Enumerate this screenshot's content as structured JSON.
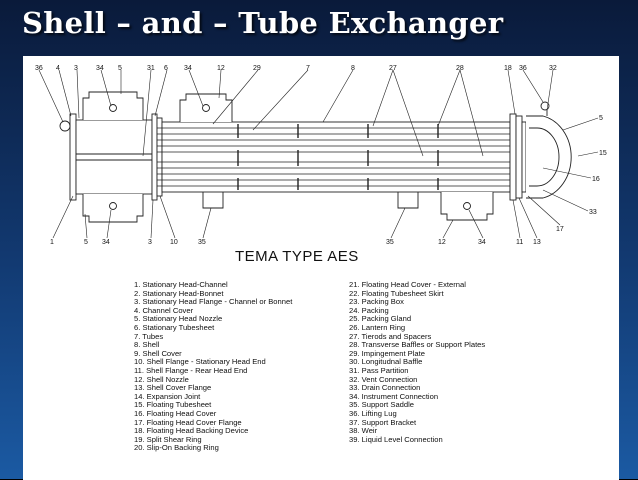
{
  "slide": {
    "title": "Shell – and – Tube Exchanger"
  },
  "diagram": {
    "title": "TEMA TYPE AES",
    "top_callouts": [
      "36",
      "4",
      "3",
      "34",
      "5",
      "31",
      "6",
      "34",
      "12",
      "29",
      "7",
      "8",
      "27",
      "28",
      "18",
      "36",
      "32"
    ],
    "bottom_callouts": [
      "1",
      "5",
      "34",
      "3",
      "10",
      "35",
      "35",
      "12",
      "34",
      "11",
      "13"
    ],
    "right_callouts": [
      "5",
      "15",
      "16",
      "33",
      "17"
    ],
    "legend_left": [
      "1. Stationary Head-Channel",
      "2. Stationary Head-Bonnet",
      "3. Stationary Head Flange - Channel or Bonnet",
      "4. Channel Cover",
      "5. Stationary Head Nozzle",
      "6. Stationary Tubesheet",
      "7. Tubes",
      "8. Shell",
      "9. Shell Cover",
      "10. Shell Flange - Stationary Head End",
      "11. Shell Flange - Rear Head End",
      "12. Shell Nozzle",
      "13. Shell Cover Flange",
      "14. Expansion Joint",
      "15. Floating Tubesheet",
      "16. Floating Head Cover",
      "17. Floating Head Cover Flange",
      "18. Floating Head Backing Device",
      "19. Split Shear Ring",
      "20. Slip-On Backing Ring"
    ],
    "legend_right": [
      "21. Floating Head Cover - External",
      "22. Floating Tubesheet Skirt",
      "23. Packing Box",
      "24. Packing",
      "25. Packing Gland",
      "26. Lantern Ring",
      "27. Tierods and Spacers",
      "28. Transverse Baffles or Support Plates",
      "29. Impingement Plate",
      "30. Longitudnal Baffle",
      "31. Pass Partition",
      "32. Vent Connection",
      "33. Drain Connection",
      "34. Instrument Connection",
      "35. Support Saddle",
      "36. Lifting Lug",
      "37. Support Bracket",
      "38. Weir",
      "39. Liquid Level Connection"
    ]
  }
}
